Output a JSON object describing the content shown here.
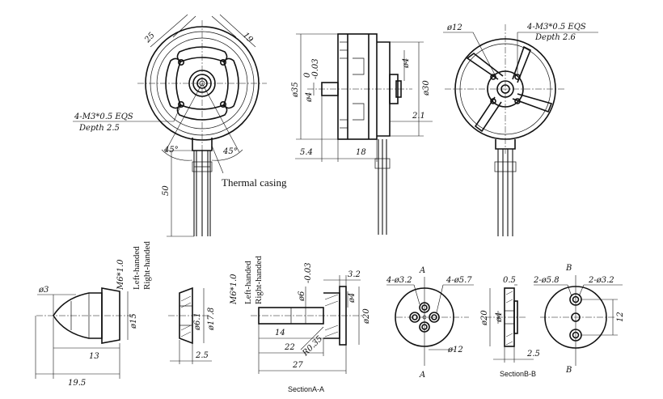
{
  "labels": {
    "thermal_casing": "Thermal casing",
    "section_aa": "SectionA-A",
    "section_bb": "SectionB-B",
    "left_handed": "Left-handed",
    "right_handed": "Right-handed",
    "thread_m6": "M6*1.0",
    "holes_front_line1": "4-M3*0.5  EQS",
    "holes_front_line2": "Depth  2.5",
    "holes_rear_line1": "4-M3*0.5  EQS",
    "holes_rear_line2": "Depth  2.6",
    "sec_a": "A",
    "sec_b": "B"
  },
  "dims": {
    "d25": "25",
    "d19": "19",
    "a45l": "45°",
    "a45r": "45°",
    "d50": "50",
    "d35": "ø35",
    "d4shaft": "ø4",
    "d4tol_upper": "0",
    "d4tol_lower": "-0.03",
    "d4side": "ø4",
    "d30": "ø30",
    "d2_1": "2.1",
    "d5_4": "5.4",
    "d18": "18",
    "d12_rear": "ø12",
    "d3": "ø3",
    "d15": "ø15",
    "d13": "13",
    "d19_5": "19.5",
    "d6_1": "ø6.1",
    "d17_8": "ø17.8",
    "d2_5a": "2.5",
    "d6adapter": "ø6",
    "d6tol": "-0.03",
    "d3_2": "3.2",
    "d4adapter": "ø4",
    "d20a": "ø20",
    "d14": "14",
    "d22": "22",
    "r0_35": "R0.35",
    "d27": "27",
    "h4_3_2": "4-ø3.2",
    "h4_5_7": "4-ø5.7",
    "d12_sec": "ø12",
    "d0_5": "0.5",
    "d20b": "ø20",
    "d4b": "ø4",
    "d2_5b": "2.5",
    "h2_5_8": "2-ø5.8",
    "h2_3_2": "2-ø3.2",
    "d12_bb": "12"
  }
}
